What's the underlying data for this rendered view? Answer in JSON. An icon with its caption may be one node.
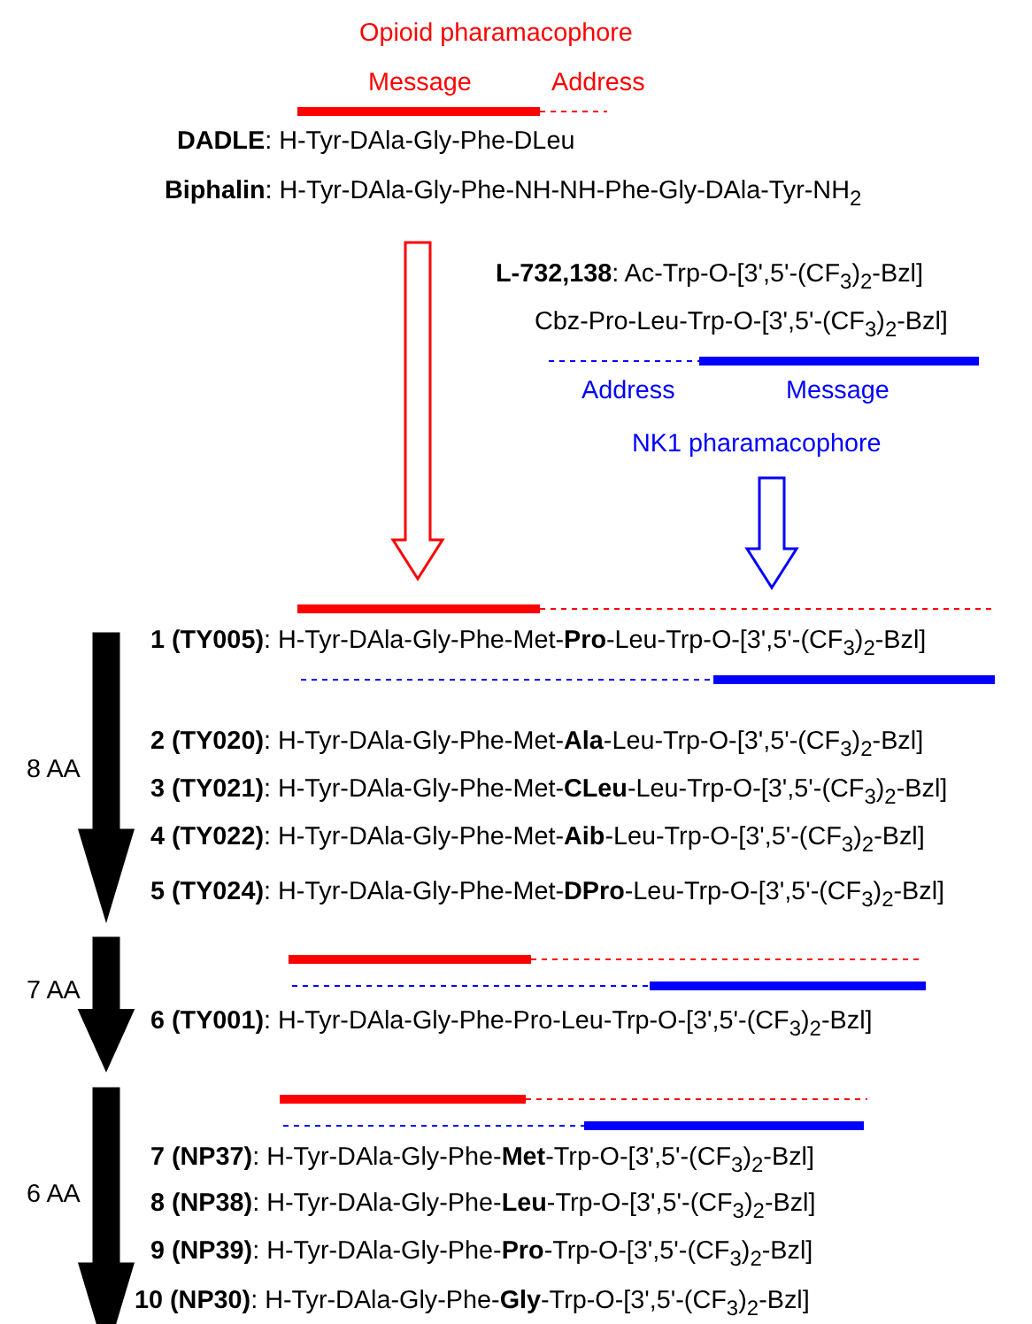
{
  "diagram": {
    "nodes": [
      {
        "text": [
          "**DADLE**: H-Tyr-DAla-Gly-Phe-DLeu"
        ]
      },
      {
        "text": [
          "**Biphalin**: H-Tyr-DAla-Gly-Phe-NH-NH-Phe-Gly-DAla-Tyr-NH$_{2}$"
        ]
      },
      {
        "text": [
          "**L-732,138**:  Ac-Trp-O-[3',5'-(CF$_{3}$)$_{2}$-Bzl]"
        ]
      },
      {
        "text": [
          "Cbz-Pro-Leu-Trp-O-[3',5'-(CF$_{3}$)$_{2}$-Bzl]"
        ]
      },
      {
        "text": [
          "NK1 pharamacophore"
        ]
      },
      {
        "text": [
          "**1 (TY005)**: H-Tyr-DAla-Gly-Phe-Met-**Pro**-Leu-Trp-O-[3',5'-(CF$_{3}$)$_{2}$-Bzl]"
        ]
      },
      {
        "text": [
          "**2 (TY020)**: H-Tyr-DAla-Gly-Phe-Met-**Ala**-Leu-Trp-O-[3',5'-(CF$_{3}$)$_{2}$-Bzl]"
        ]
      },
      {
        "text": [
          "**3 (TY021)**: H-Tyr-DAla-Gly-Phe-Met-**CLeu**-Leu-Trp-O-[3',5'-(CF$_{3}$)$_{2}$-Bzl]"
        ]
      },
      {
        "text": [
          "**4 (TY022)**: H-Tyr-DAla-Gly-Phe-Met-**Aib**-Leu-Trp-O-[3',5'-(CF$_{3}$)$_{2}$-Bzl]"
        ]
      },
      {
        "text": [
          "**5 (TY024)**: H-Tyr-DAla-Gly-Phe-Met-**DPro**-Leu-Trp-O-[3',5'-(CF$_{3}$)$_{2}$-Bzl]"
        ]
      },
      {
        "text": [
          "**6 (TY001)**: H-Tyr-DAla-Gly-Phe-Pro-Leu-Trp-O-[3',5'-(CF$_{3}$)$_{2}$-Bzl]"
        ]
      },
      {
        "text": [
          "**7 (NP37)**: H-Tyr-DAla-Gly-Phe-**Met**-Trp-O-[3',5'-(CF$_{3}$)$_{2}$-Bzl]"
        ]
      },
      {
        "text": [
          "**8 (NP38)**: H-Tyr-DAla-Gly-Phe-**Leu**-Trp-O-[3',5'-(CF$_{3}$)$_{2}$-Bzl]"
        ]
      },
      {
        "text": [
          "**9 (NP39)**: H-Tyr-DAla-Gly-Phe-**Pro**-Trp-O-[3',5'-(CF$_{3}$)$_{2}$-Bzl]"
        ]
      },
      {
        "text": [
          "**10 (NP30)**: H-Tyr-DAla-Gly-Phe-**Gly**-Trp-O-[3',5'-(CF$_{3}$)$_{2}$-Bzl]"
        ]
      }
    ],
    "edges": [
      {
        "from": 1,
        "to": 5,
        "arrow": "to",
        "color": "#ff0000"
      },
      {
        "from": 4,
        "to": 5,
        "arrow": "to",
        "color": "#0000ff"
      },
      {
        "from": 5,
        "to": 9,
        "arrow": "to",
        "label": "8 AA",
        "style": "thick"
      },
      {
        "from": 9,
        "to": 10,
        "arrow": "to",
        "label": "7 AA",
        "style": "thick"
      },
      {
        "from": 10,
        "to": 14,
        "arrow": "to",
        "label": "6 AA",
        "style": "thick"
      }
    ],
    "labels": [
      "Opioid pharamacophore",
      "Message",
      "Address",
      "Address",
      "Message"
    ]
  }
}
